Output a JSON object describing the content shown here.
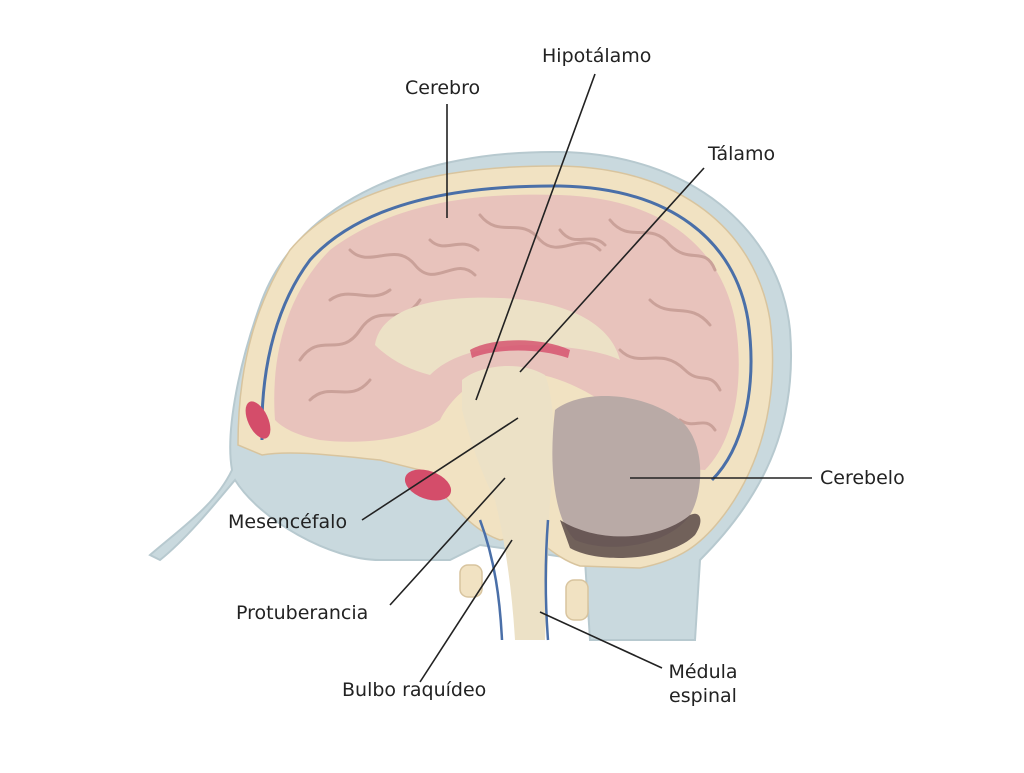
{
  "labels": {
    "hipotalamo": "Hipotálamo",
    "cerebro": "Cerebro",
    "talamo": "Tálamo",
    "cerebelo": "Cerebelo",
    "mesencefalo": "Mesencéfalo",
    "protuberancia": "Protuberancia",
    "bulbo": "Bulbo raquídeo",
    "medula_line1": "Médula",
    "medula_line2": "espinal"
  },
  "colors": {
    "skin": "#c9d9de",
    "skin_edge": "#b7c9cf",
    "bone": "#f1e2c2",
    "bone_dots": "#d8c49e",
    "dura_blue": "#4a6fa8",
    "cerebrum": "#e8c3bc",
    "cerebrum_fold": "#caa199",
    "brainstem": "#ece1c6",
    "cerebellum": "#b9aaa6",
    "cerebellum_dark": "#5a4a48",
    "sinus_red": "#d44d6a",
    "leader_line": "#222222"
  }
}
